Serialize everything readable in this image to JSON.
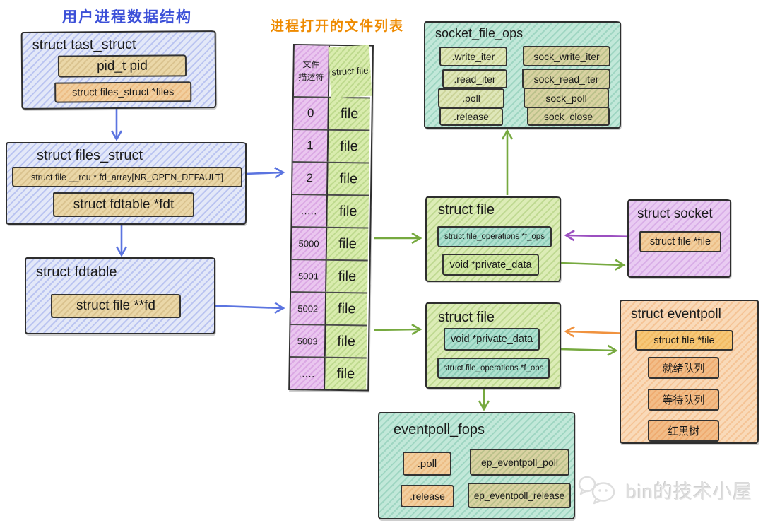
{
  "titles": {
    "left": "用户进程数据结构",
    "middle": "进程打开的文件列表"
  },
  "task_struct": {
    "label": "struct  tast_struct",
    "fields": {
      "pid": "pid_t  pid",
      "files": "struct  files_struct *files"
    }
  },
  "files_struct": {
    "label": "struct files_struct",
    "fields": {
      "fd_array": "struct file __rcu * fd_array[NR_OPEN_DEFAULT]",
      "fdt": "struct fdtable *fdt"
    }
  },
  "fdtable": {
    "label": "struct fdtable",
    "fields": {
      "fd": "struct file **fd"
    }
  },
  "fd_table": {
    "header": {
      "fd_line1": "文件",
      "fd_line2": "描述符",
      "file": "struct file"
    },
    "rows": [
      {
        "fd": "0",
        "file": "file"
      },
      {
        "fd": "1",
        "file": "file"
      },
      {
        "fd": "2",
        "file": "file"
      },
      {
        "fd": ".....",
        "file": "file"
      },
      {
        "fd": "5000",
        "file": "file"
      },
      {
        "fd": "5001",
        "file": "file"
      },
      {
        "fd": "5002",
        "file": "file"
      },
      {
        "fd": "5003",
        "file": "file"
      },
      {
        "fd": ".....",
        "file": "file"
      }
    ]
  },
  "socket_file_ops": {
    "label": "socket_file_ops",
    "rows": [
      {
        "field": ".write_iter",
        "impl": "sock_write_iter"
      },
      {
        "field": ".read_iter",
        "impl": "sock_read_iter"
      },
      {
        "field": ".poll",
        "impl": "sock_poll"
      },
      {
        "field": ".release",
        "impl": "sock_close"
      }
    ]
  },
  "file_socket": {
    "label": "struct file",
    "fields": {
      "f_ops": "struct file_operations *f_ops",
      "private_data": "void *private_data"
    }
  },
  "socket": {
    "label": "struct socket",
    "fields": {
      "file": "struct file *file"
    }
  },
  "file_epoll": {
    "label": "struct file",
    "fields": {
      "private_data": "void *private_data",
      "f_ops": "struct file_operations *f_ops"
    }
  },
  "eventpoll": {
    "label": "struct eventpoll",
    "fields": {
      "file": "struct file *file",
      "ready_queue": "就绪队列",
      "wait_queue": "等待队列",
      "rb_tree": "红黑树"
    }
  },
  "eventpoll_fops": {
    "label": "eventpoll_fops",
    "rows": [
      {
        "field": ".poll",
        "impl": "ep_eventpoll_poll"
      },
      {
        "field": ".release",
        "impl": "ep_eventpoll_release"
      }
    ]
  },
  "watermark": {
    "text": "bin的技术小屋"
  },
  "colors": {
    "title_blue": "#3c50d8",
    "title_orange": "#ee8a00",
    "arrow_blue": "#5b74e0",
    "arrow_green": "#76a93f",
    "arrow_purple": "#9b4fc0",
    "arrow_orange": "#f0923e",
    "arrow_black": "#1a1a1a",
    "box_blue": "#e3e8f8",
    "box_teal": "#c2e8d9",
    "box_green": "#dcecb6",
    "box_purple": "#e9cbf2",
    "box_orange": "#f9dab9",
    "field_tan": "#ead7a8"
  }
}
